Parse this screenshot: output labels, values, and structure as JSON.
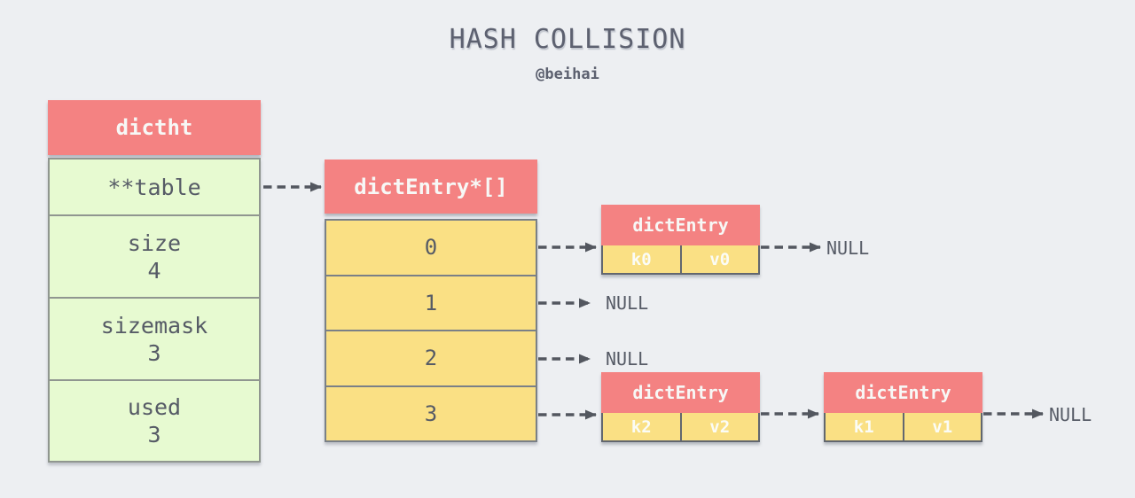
{
  "title": "HASH COLLISION",
  "subtitle": "@beihai",
  "colors": {
    "background": "#edeff2",
    "struct_header": "#f48282",
    "struct_body_green": "#e7fad1",
    "bucket_yellow": "#fae084",
    "text_dark": "#565b66",
    "text_light": "#f7f8f6",
    "arrow": "#53575f"
  },
  "dictht": {
    "header": "dictht",
    "rows": [
      {
        "label": "**table",
        "value": ""
      },
      {
        "label": "size",
        "value": "4"
      },
      {
        "label": "sizemask",
        "value": "3"
      },
      {
        "label": "used",
        "value": "3"
      }
    ]
  },
  "bucket_array": {
    "header": "dictEntry*[]",
    "slots": [
      "0",
      "1",
      "2",
      "3"
    ]
  },
  "entries": [
    {
      "header": "dictEntry",
      "key": "k0",
      "value": "v0"
    },
    {
      "header": "dictEntry",
      "key": "k2",
      "value": "v2"
    },
    {
      "header": "dictEntry",
      "key": "k1",
      "value": "v1"
    }
  ],
  "nulls": [
    "NULL",
    "NULL",
    "NULL",
    "NULL"
  ]
}
